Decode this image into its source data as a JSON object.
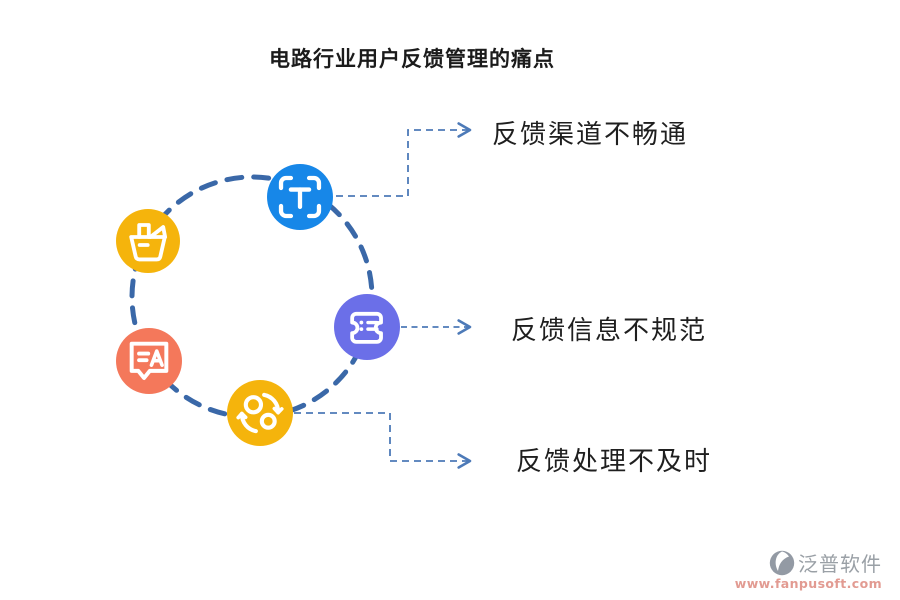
{
  "title": "电路行业用户反馈管理的痛点",
  "pain_points": [
    {
      "label": "反馈渠道不畅通",
      "icon": "text-scan-icon",
      "icon_color": "#1787E8"
    },
    {
      "label": "反馈信息不规范",
      "icon": "ticket-icon",
      "icon_color": "#6B6FE8"
    },
    {
      "label": "反馈处理不及时",
      "icon": "sync-icon",
      "icon_color": "#F5B40C"
    }
  ],
  "decorative_icons": [
    {
      "icon": "basket-icon",
      "color": "#F5B40C"
    },
    {
      "icon": "chat-translate-icon",
      "color": "#F4785B"
    }
  ],
  "colors": {
    "ring": "#3A68A8",
    "connector": "#4D7AB8",
    "title_text": "#1B1B1B",
    "label_text": "#1F1F1F",
    "icon_glyph": "#FFFFFF"
  },
  "watermark": {
    "brand": "泛普软件",
    "url": "www.fanpusoft.com",
    "brand_color": "#9AA0A6",
    "url_color": "#E29B92"
  }
}
